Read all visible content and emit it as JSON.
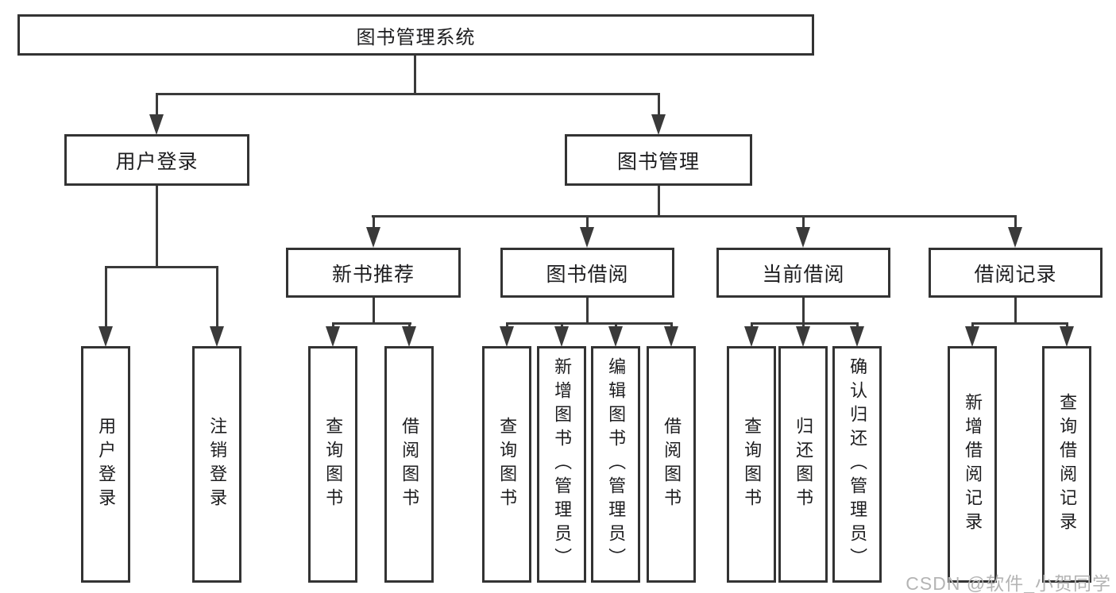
{
  "colors": {
    "line": "#3a3a3a",
    "border": "#333333",
    "text": "#1d1d1f",
    "watermark": "#b4b4b4",
    "bg": "#ffffff"
  },
  "tree": {
    "root": {
      "label": "图书管理系统"
    },
    "level2": [
      {
        "label": "用户登录"
      },
      {
        "label": "图书管理"
      }
    ],
    "level3": [
      {
        "label": "新书推荐"
      },
      {
        "label": "图书借阅"
      },
      {
        "label": "当前借阅"
      },
      {
        "label": "借阅记录"
      }
    ],
    "leaves": [
      {
        "label": "用户登录"
      },
      {
        "label": "注销登录"
      },
      {
        "label": "查询图书"
      },
      {
        "label": "借阅图书"
      },
      {
        "label": "查询图书"
      },
      {
        "label": "新增图书（管理员）"
      },
      {
        "label": "编辑图书（管理员）"
      },
      {
        "label": "借阅图书"
      },
      {
        "label": "查询图书"
      },
      {
        "label": "归还图书"
      },
      {
        "label": "确认归还（管理员）"
      },
      {
        "label": "新增借阅记录"
      },
      {
        "label": "查询借阅记录"
      }
    ]
  },
  "watermark": {
    "text": "CSDN @软件_小贺同学"
  }
}
